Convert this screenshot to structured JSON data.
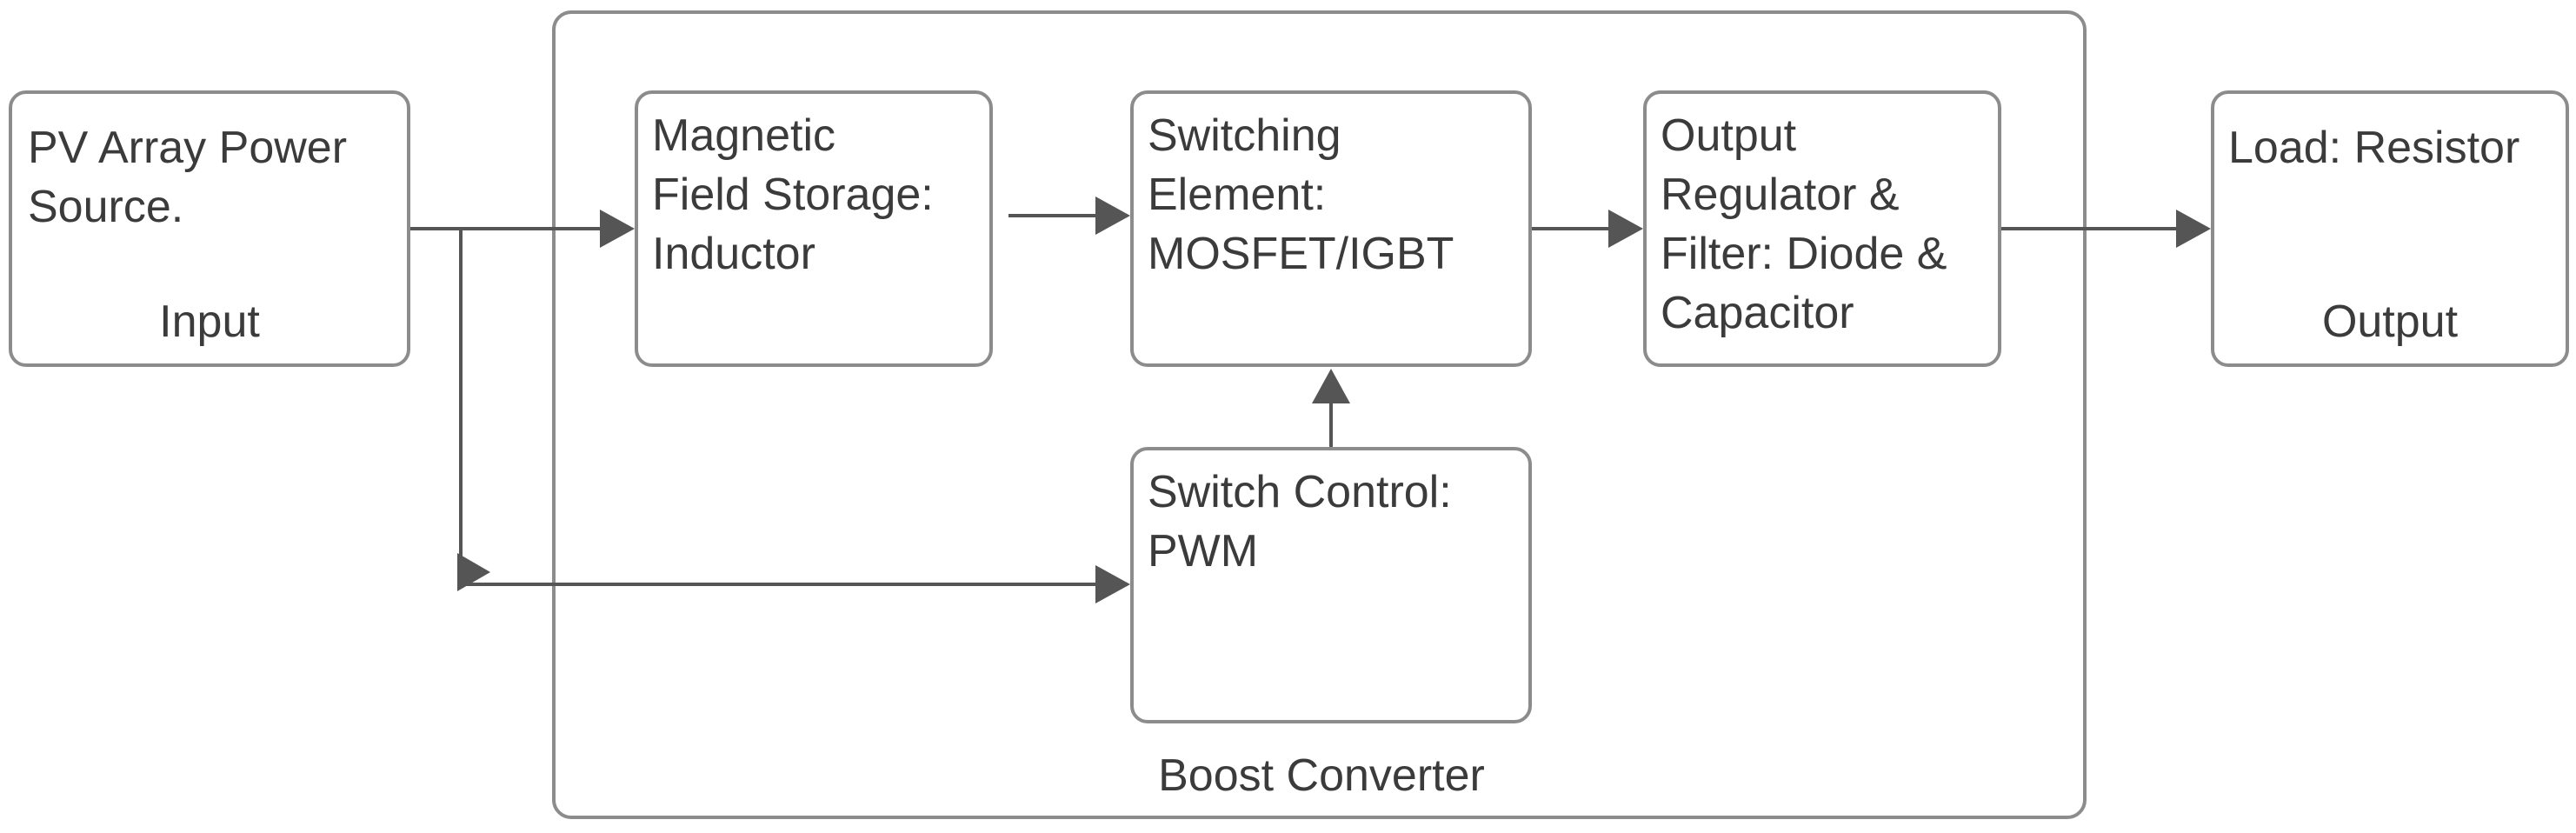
{
  "diagram": {
    "colors": {
      "line": "#555555",
      "border": "#8c8c8c",
      "text": "#3b3b3b"
    },
    "source": {
      "title": "PV Array Power\nSource.",
      "caption": "Input"
    },
    "container_label": "Boost Converter",
    "inductor": {
      "title": "Magnetic\nField Storage:\nInductor"
    },
    "switch": {
      "title": "Switching\nElement:\nMOSFET/IGBT"
    },
    "regulator": {
      "title": "Output\nRegulator &\nFilter: Diode &\nCapacitor"
    },
    "control": {
      "title": "Switch Control:\nPWM"
    },
    "load": {
      "title": "Load: Resistor",
      "caption": "Output"
    }
  }
}
